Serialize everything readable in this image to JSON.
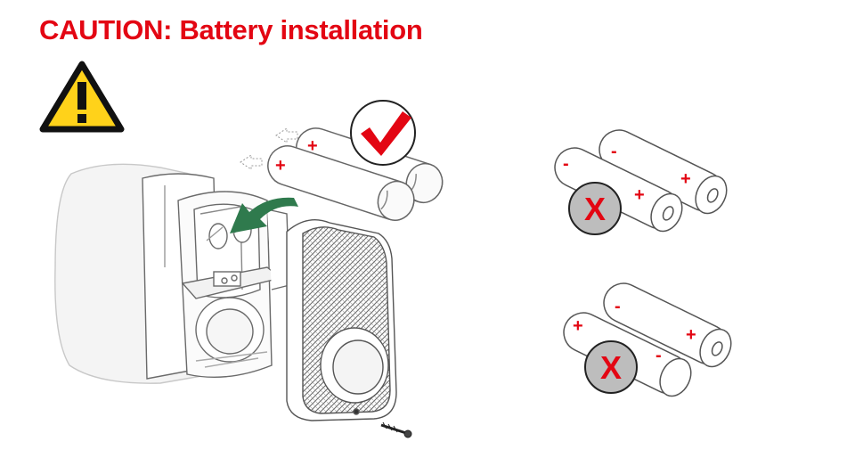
{
  "title": "CAUTION: Battery installation",
  "colors": {
    "title": "#e30613",
    "warning_fill": "#ffd21a",
    "check": "#e30613",
    "polarity": "#e30613",
    "arrow": "#2f7a4d",
    "cross_badge_fill": "#bdbdbd",
    "cross_mark": "#e30613"
  },
  "icons": {
    "warning": "warning-triangle-icon",
    "correct": "check-mark-icon",
    "wrong": "cross-mark-icon",
    "screw": "screw-icon"
  },
  "polarity": {
    "plus": "+",
    "minus": "-"
  },
  "panels": [
    {
      "id": "correct",
      "status": "correct",
      "badge": "✓"
    },
    {
      "id": "wrong-1",
      "status": "wrong",
      "badge": "X"
    },
    {
      "id": "wrong-2",
      "status": "wrong",
      "badge": "X"
    }
  ]
}
